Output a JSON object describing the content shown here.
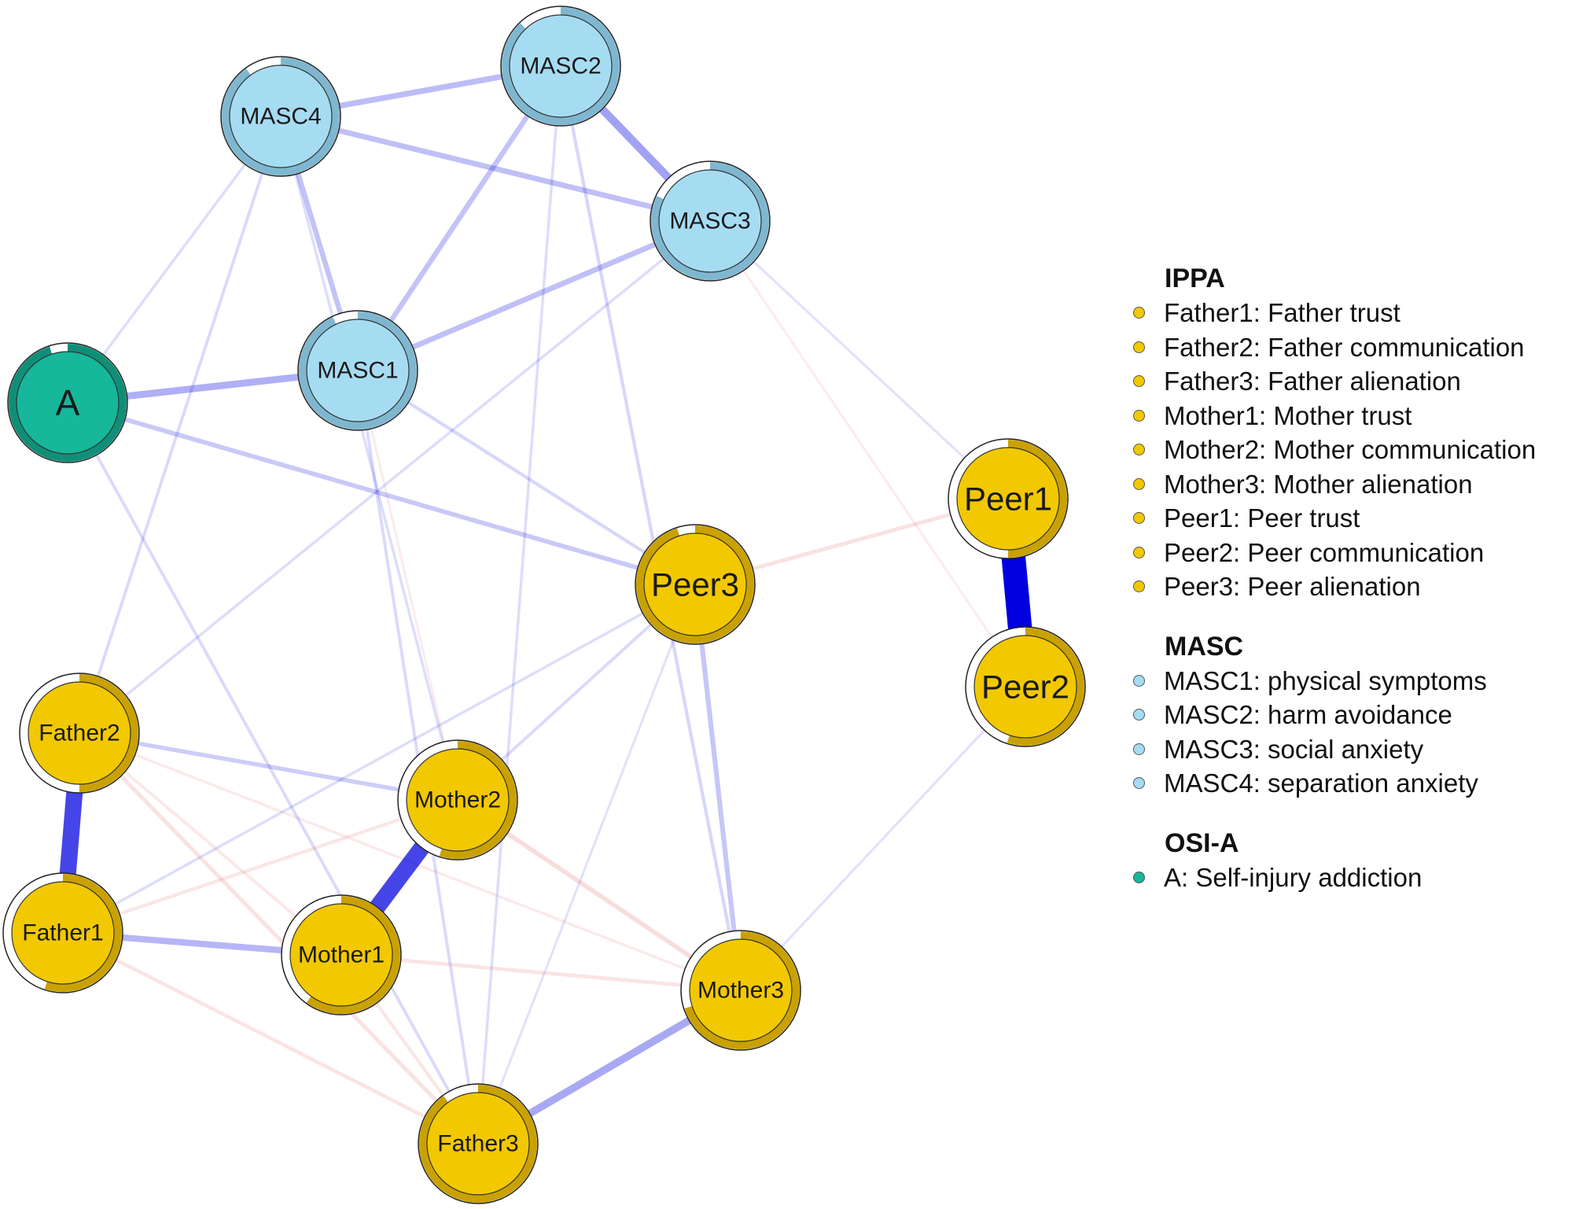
{
  "colors": {
    "positive_edge": "#0000e0",
    "negative_edge": "#e06060",
    "IPPA": "#f2c800",
    "IPPA_ring": "#c9a100",
    "MASC": "#a6dcf2",
    "MASC_ring": "#7fb7d0",
    "OSI-A": "#16b79a",
    "OSI-A_ring": "#0f8f78"
  },
  "nodes": [
    {
      "id": "A",
      "label": "A",
      "group": "OSI-A",
      "predictability": 0.95
    },
    {
      "id": "MASC1",
      "label": "MASC1",
      "group": "MASC",
      "predictability": 0.93
    },
    {
      "id": "MASC2",
      "label": "MASC2",
      "group": "MASC",
      "predictability": 0.88
    },
    {
      "id": "MASC3",
      "label": "MASC3",
      "group": "MASC",
      "predictability": 0.82
    },
    {
      "id": "MASC4",
      "label": "MASC4",
      "group": "MASC",
      "predictability": 0.9
    },
    {
      "id": "Peer1",
      "label": "Peer1",
      "group": "IPPA",
      "predictability": 0.5
    },
    {
      "id": "Peer2",
      "label": "Peer2",
      "group": "IPPA",
      "predictability": 0.55
    },
    {
      "id": "Peer3",
      "label": "Peer3",
      "group": "IPPA",
      "predictability": 0.95
    },
    {
      "id": "Father1",
      "label": "Father1",
      "group": "IPPA",
      "predictability": 0.55
    },
    {
      "id": "Father2",
      "label": "Father2",
      "group": "IPPA",
      "predictability": 0.5
    },
    {
      "id": "Father3",
      "label": "Father3",
      "group": "IPPA",
      "predictability": 0.9
    },
    {
      "id": "Mother1",
      "label": "Mother1",
      "group": "IPPA",
      "predictability": 0.6
    },
    {
      "id": "Mother2",
      "label": "Mother2",
      "group": "IPPA",
      "predictability": 0.55
    },
    {
      "id": "Mother3",
      "label": "Mother3",
      "group": "IPPA",
      "predictability": 0.7
    }
  ],
  "edges": [
    {
      "from": "Peer1",
      "to": "Peer2",
      "weight": 0.75,
      "sign": "positive"
    },
    {
      "from": "Father1",
      "to": "Father2",
      "weight": 0.5,
      "sign": "positive"
    },
    {
      "from": "Mother1",
      "to": "Mother2",
      "weight": 0.5,
      "sign": "positive"
    },
    {
      "from": "MASC2",
      "to": "MASC3",
      "weight": 0.22,
      "sign": "positive"
    },
    {
      "from": "A",
      "to": "MASC1",
      "weight": 0.18,
      "sign": "positive"
    },
    {
      "from": "Mother3",
      "to": "Father3",
      "weight": 0.2,
      "sign": "positive"
    },
    {
      "from": "Father1",
      "to": "Mother1",
      "weight": 0.16,
      "sign": "positive"
    },
    {
      "from": "MASC4",
      "to": "MASC2",
      "weight": 0.14,
      "sign": "positive"
    },
    {
      "from": "MASC4",
      "to": "MASC3",
      "weight": 0.13,
      "sign": "positive"
    },
    {
      "from": "MASC1",
      "to": "MASC3",
      "weight": 0.13,
      "sign": "positive"
    },
    {
      "from": "MASC1",
      "to": "MASC2",
      "weight": 0.12,
      "sign": "positive"
    },
    {
      "from": "MASC4",
      "to": "MASC1",
      "weight": 0.12,
      "sign": "positive"
    },
    {
      "from": "Peer3",
      "to": "Mother3",
      "weight": 0.11,
      "sign": "positive"
    },
    {
      "from": "A",
      "to": "Peer3",
      "weight": 0.1,
      "sign": "positive"
    },
    {
      "from": "Father2",
      "to": "Mother2",
      "weight": 0.09,
      "sign": "positive"
    },
    {
      "from": "MASC2",
      "to": "Mother3",
      "weight": 0.06,
      "sign": "positive"
    },
    {
      "from": "MASC1",
      "to": "Peer3",
      "weight": 0.06,
      "sign": "positive"
    },
    {
      "from": "MASC4",
      "to": "Father2",
      "weight": 0.05,
      "sign": "positive"
    },
    {
      "from": "A",
      "to": "Father3",
      "weight": 0.05,
      "sign": "positive"
    },
    {
      "from": "MASC1",
      "to": "Father3",
      "weight": 0.05,
      "sign": "positive"
    },
    {
      "from": "Peer3",
      "to": "Mother2",
      "weight": 0.05,
      "sign": "positive"
    },
    {
      "from": "Peer3",
      "to": "Father1",
      "weight": 0.04,
      "sign": "positive"
    },
    {
      "from": "MASC3",
      "to": "Father2",
      "weight": 0.04,
      "sign": "positive"
    },
    {
      "from": "MASC4",
      "to": "Mother2",
      "weight": 0.04,
      "sign": "positive"
    },
    {
      "from": "MASC2",
      "to": "Father3",
      "weight": 0.04,
      "sign": "positive"
    },
    {
      "from": "A",
      "to": "MASC4",
      "weight": 0.04,
      "sign": "positive"
    },
    {
      "from": "Peer2",
      "to": "Mother3",
      "weight": 0.03,
      "sign": "positive"
    },
    {
      "from": "Peer3",
      "to": "Father3",
      "weight": 0.03,
      "sign": "positive"
    },
    {
      "from": "MASC3",
      "to": "Peer1",
      "weight": 0.03,
      "sign": "positive"
    },
    {
      "from": "Peer3",
      "to": "Peer1",
      "weight": 0.08,
      "sign": "negative"
    },
    {
      "from": "Mother2",
      "to": "Mother3",
      "weight": 0.1,
      "sign": "negative"
    },
    {
      "from": "Father2",
      "to": "Father3",
      "weight": 0.08,
      "sign": "negative"
    },
    {
      "from": "Father1",
      "to": "Father3",
      "weight": 0.07,
      "sign": "negative"
    },
    {
      "from": "Mother1",
      "to": "Mother3",
      "weight": 0.07,
      "sign": "negative"
    },
    {
      "from": "Father1",
      "to": "Mother2",
      "weight": 0.06,
      "sign": "negative"
    },
    {
      "from": "Mother1",
      "to": "Father3",
      "weight": 0.06,
      "sign": "negative"
    },
    {
      "from": "Father2",
      "to": "Mother1",
      "weight": 0.05,
      "sign": "negative"
    },
    {
      "from": "Father2",
      "to": "Mother3",
      "weight": 0.04,
      "sign": "negative"
    },
    {
      "from": "MASC1",
      "to": "Mother2",
      "weight": 0.03,
      "sign": "negative"
    },
    {
      "from": "MASC3",
      "to": "Peer2",
      "weight": 0.03,
      "sign": "negative"
    }
  ],
  "legend": [
    {
      "title": "IPPA",
      "color": "#f2c800",
      "items": [
        "Father1: Father trust",
        "Father2: Father communication",
        "Father3: Father alienation",
        "Mother1: Mother trust",
        "Mother2: Mother communication",
        "Mother3: Mother alienation",
        "Peer1: Peer trust",
        "Peer2: Peer communication",
        "Peer3: Peer alienation"
      ]
    },
    {
      "title": "MASC",
      "color": "#a6dcf2",
      "items": [
        "MASC1: physical symptoms",
        "MASC2: harm avoidance",
        "MASC3: social anxiety",
        "MASC4: separation anxiety"
      ]
    },
    {
      "title": "OSI-A",
      "color": "#16b79a",
      "items": [
        "A: Self-injury addiction"
      ]
    }
  ]
}
